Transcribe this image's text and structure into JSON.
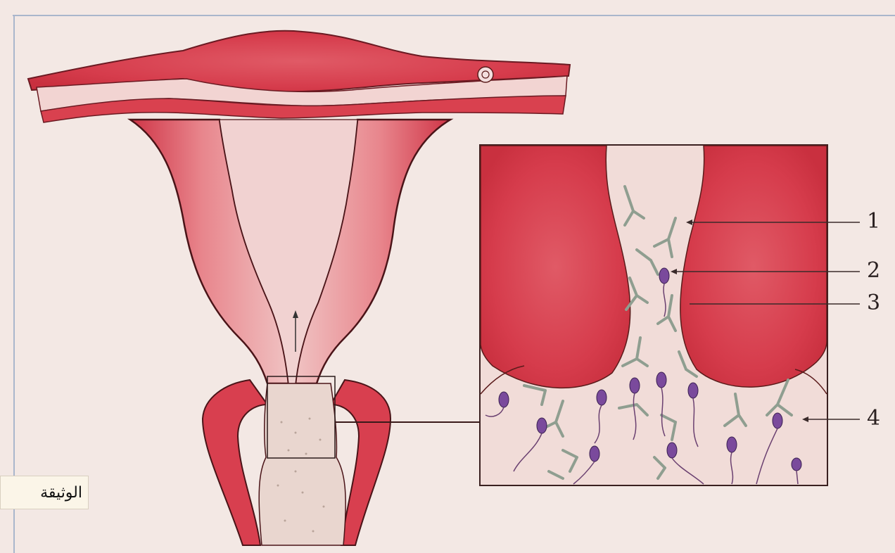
{
  "labels": {
    "l1": "1",
    "l2": "2",
    "l3": "3",
    "l4": "4"
  },
  "caption": "الوثيقة",
  "colors": {
    "background": "#f3e8e4",
    "tissue_red": "#d9414f",
    "tissue_pink": "#e9b9bb",
    "lumen": "#f1d6d4",
    "sperm_head": "#7a4a9c",
    "mucus_fiber": "#9aa89a"
  }
}
